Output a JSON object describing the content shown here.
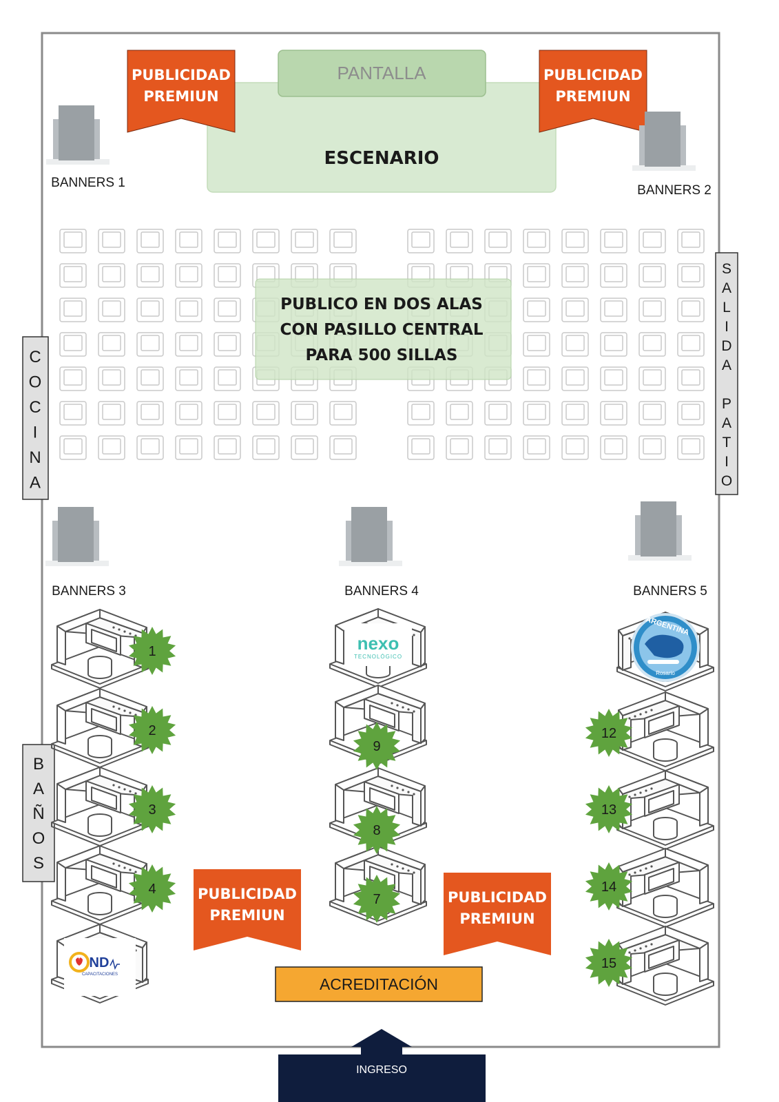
{
  "stage": {
    "screen_label": "PANTALLA",
    "stage_label": "ESCENARIO"
  },
  "advertising": {
    "line1": "PUBLICIDAD",
    "line2": "PREMIUN",
    "color": "#e4571f"
  },
  "audience": {
    "line1": "PUBLICO EN DOS ALAS",
    "line2": "CON PASILLO CENTRAL",
    "line3": "PARA 500 SILLAS",
    "rows": 7,
    "seats_per_wing": 8
  },
  "side_labels": {
    "kitchen": [
      "C",
      "O",
      "C",
      "I",
      "N",
      "A"
    ],
    "restrooms": [
      "B",
      "A",
      "Ñ",
      "O",
      "S"
    ],
    "patio_exit": [
      "S",
      "A",
      "L",
      "I",
      "D",
      "A",
      "",
      "P",
      "A",
      "T",
      "I",
      "O"
    ]
  },
  "banners": [
    "BANNERS 1",
    "BANNERS 2",
    "BANNERS 3",
    "BANNERS 4",
    "BANNERS 5"
  ],
  "booths": [
    "1",
    "2",
    "3",
    "4",
    "7",
    "8",
    "9",
    "12",
    "13",
    "14",
    "15"
  ],
  "logos": {
    "nexo_main": "nexo",
    "nexo_sub": "TECNOLÓGICO",
    "argentina": "ARGENTINA",
    "argentina_sub": "Rosario",
    "cnd": "ND",
    "cnd_sub": "CAPACITACIONES"
  },
  "accreditation": "ACREDITACIÓN",
  "entrance": "INGRESO",
  "colors": {
    "stage_green": "#d8ead2",
    "screen_green": "#b9d7ae",
    "star_green": "#5fa33e",
    "accreditation": "#f5a731",
    "entrance_navy": "#0f1d3d",
    "banner_gray": "#9aa0a4",
    "side_gray": "#e0e0e0"
  }
}
